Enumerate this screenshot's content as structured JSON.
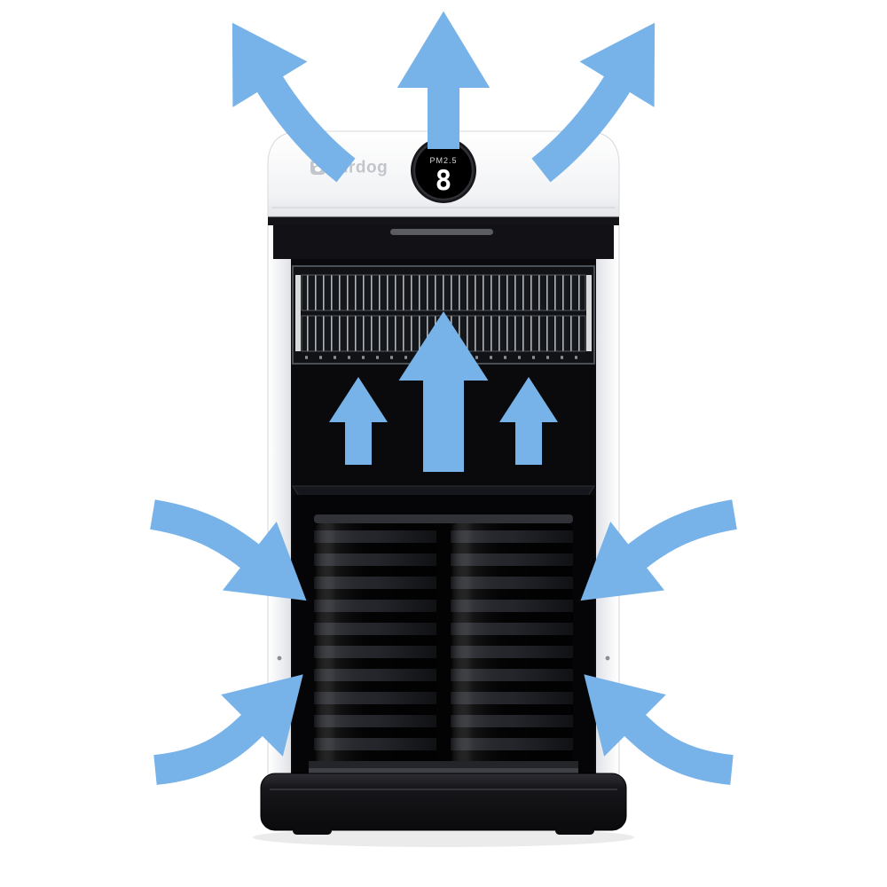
{
  "product": {
    "type": "air-purifier",
    "brand": "Airdog",
    "display": {
      "label": "PM2.5",
      "value": "8"
    }
  },
  "diagram": {
    "airflow_color": "#77b3e9",
    "arrows": [
      {
        "name": "airflow-out-top-left",
        "direction": "exhaust-up-left"
      },
      {
        "name": "airflow-out-top-center",
        "direction": "exhaust-up"
      },
      {
        "name": "airflow-out-top-right",
        "direction": "exhaust-up-right"
      },
      {
        "name": "airflow-internal-left",
        "direction": "up-through-filter"
      },
      {
        "name": "airflow-internal-center",
        "direction": "up-through-filter"
      },
      {
        "name": "airflow-internal-right",
        "direction": "up-through-filter"
      },
      {
        "name": "airflow-in-left-upper",
        "direction": "intake-right"
      },
      {
        "name": "airflow-in-left-lower",
        "direction": "intake-up-right"
      },
      {
        "name": "airflow-in-right-upper",
        "direction": "intake-left"
      },
      {
        "name": "airflow-in-right-lower",
        "direction": "intake-up-left"
      }
    ],
    "icons": [
      "paw-icon",
      "arrow-icon"
    ]
  }
}
